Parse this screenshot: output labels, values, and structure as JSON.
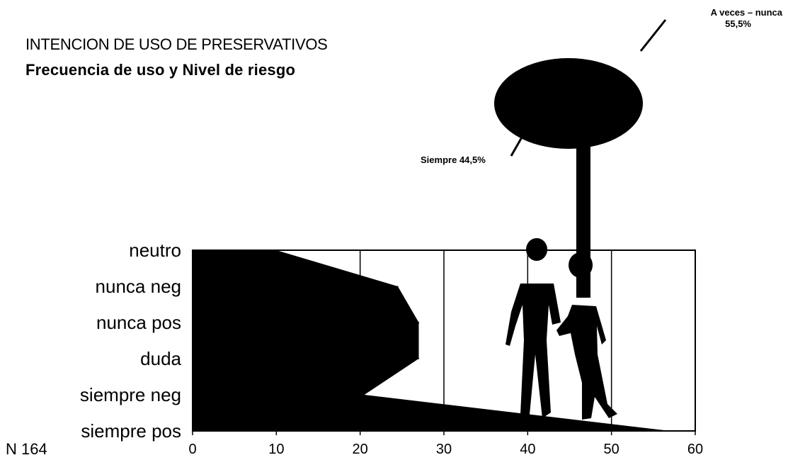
{
  "chart_data": {
    "type": "area",
    "title": "INTENCION DE USO DE PRESERVATIVOS",
    "subtitle": "Frecuencia de uso y Nivel de riesgo",
    "sample_note": "N 164",
    "categories": [
      "neutro",
      "nunca neg",
      "nunca pos",
      "duda",
      "siempre neg",
      "siempre pos"
    ],
    "values": [
      10,
      24.5,
      27,
      27,
      20.5,
      57
    ],
    "x_ticks": [
      "0",
      "10",
      "20",
      "30",
      "40",
      "50",
      "60"
    ],
    "xlim": [
      0,
      60
    ],
    "grid": true,
    "inset": {
      "type": "pie",
      "slices": [
        {
          "label": "A veces – nunca",
          "value_text": "55,5%",
          "value": 55.5
        },
        {
          "label": "Siempre",
          "value_text": "44,5%",
          "value": 44.5
        }
      ]
    },
    "colors": {
      "fill": "#000000",
      "background": "#ffffff"
    }
  }
}
